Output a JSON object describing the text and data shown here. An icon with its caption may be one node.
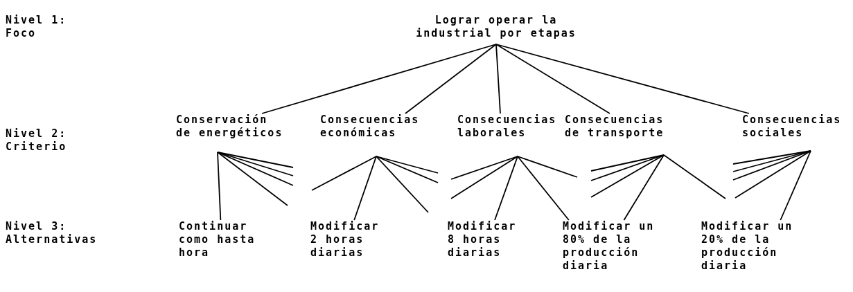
{
  "diagram": {
    "nodes": [
      {
        "text": [
          "Lograr operar la industrial por etapas"
        ]
      },
      {
        "text": [
          "Conservación de energéticos"
        ]
      },
      {
        "text": [
          "Consecuencias económicas"
        ]
      },
      {
        "text": [
          "Consecuencias laborales"
        ]
      },
      {
        "text": [
          "Consecuencias de transporte"
        ]
      },
      {
        "text": [
          "Consecuencias sociales"
        ]
      },
      {
        "text": [
          "Continuar como hasta hora"
        ]
      },
      {
        "text": [
          "Modificar 2 horas diarias"
        ]
      },
      {
        "text": [
          "Modificar 8 horas diarias"
        ]
      },
      {
        "text": [
          "Modificar un 80% de la producción diaria"
        ]
      },
      {
        "text": [
          "Modificar un 20% de la producción diaria"
        ]
      }
    ],
    "edges": [
      {
        "from": 0,
        "to": 1,
        "arrow": "none"
      },
      {
        "from": 0,
        "to": 2,
        "arrow": "none"
      },
      {
        "from": 0,
        "to": 3,
        "arrow": "none"
      },
      {
        "from": 0,
        "to": 4,
        "arrow": "none"
      },
      {
        "from": 0,
        "to": 5,
        "arrow": "none"
      },
      {
        "from": 1,
        "to": 6,
        "arrow": "none"
      },
      {
        "from": 1,
        "to": null,
        "arrow": "none"
      },
      {
        "from": 1,
        "to": null,
        "arrow": "none"
      },
      {
        "from": 1,
        "to": null,
        "arrow": "none"
      },
      {
        "from": 1,
        "to": null,
        "arrow": "none"
      },
      {
        "from": 2,
        "to": null,
        "arrow": "none"
      },
      {
        "from": 2,
        "to": 7,
        "arrow": "none"
      },
      {
        "from": 2,
        "to": null,
        "arrow": "none"
      },
      {
        "from": 2,
        "to": null,
        "arrow": "none"
      },
      {
        "from": 2,
        "to": null,
        "arrow": "none"
      },
      {
        "from": 3,
        "to": null,
        "arrow": "none"
      },
      {
        "from": 3,
        "to": null,
        "arrow": "none"
      },
      {
        "from": 3,
        "to": 8,
        "arrow": "none"
      },
      {
        "from": 3,
        "to": 9,
        "arrow": "none"
      },
      {
        "from": 3,
        "to": null,
        "arrow": "none"
      },
      {
        "from": 4,
        "to": null,
        "arrow": "none"
      },
      {
        "from": 4,
        "to": null,
        "arrow": "none"
      },
      {
        "from": 4,
        "to": null,
        "arrow": "none"
      },
      {
        "from": 4,
        "to": 9,
        "arrow": "none"
      },
      {
        "from": 4,
        "to": null,
        "arrow": "none"
      },
      {
        "from": 5,
        "to": null,
        "arrow": "none"
      },
      {
        "from": 5,
        "to": null,
        "arrow": "none"
      },
      {
        "from": 5,
        "to": null,
        "arrow": "none"
      },
      {
        "from": 5,
        "to": null,
        "arrow": "none"
      },
      {
        "from": 5,
        "to": 10,
        "arrow": "none"
      }
    ],
    "labels": [
      "Nivel 1: Foco",
      "Nivel 2: Criterio",
      "Nivel 3: Alternativas"
    ]
  }
}
